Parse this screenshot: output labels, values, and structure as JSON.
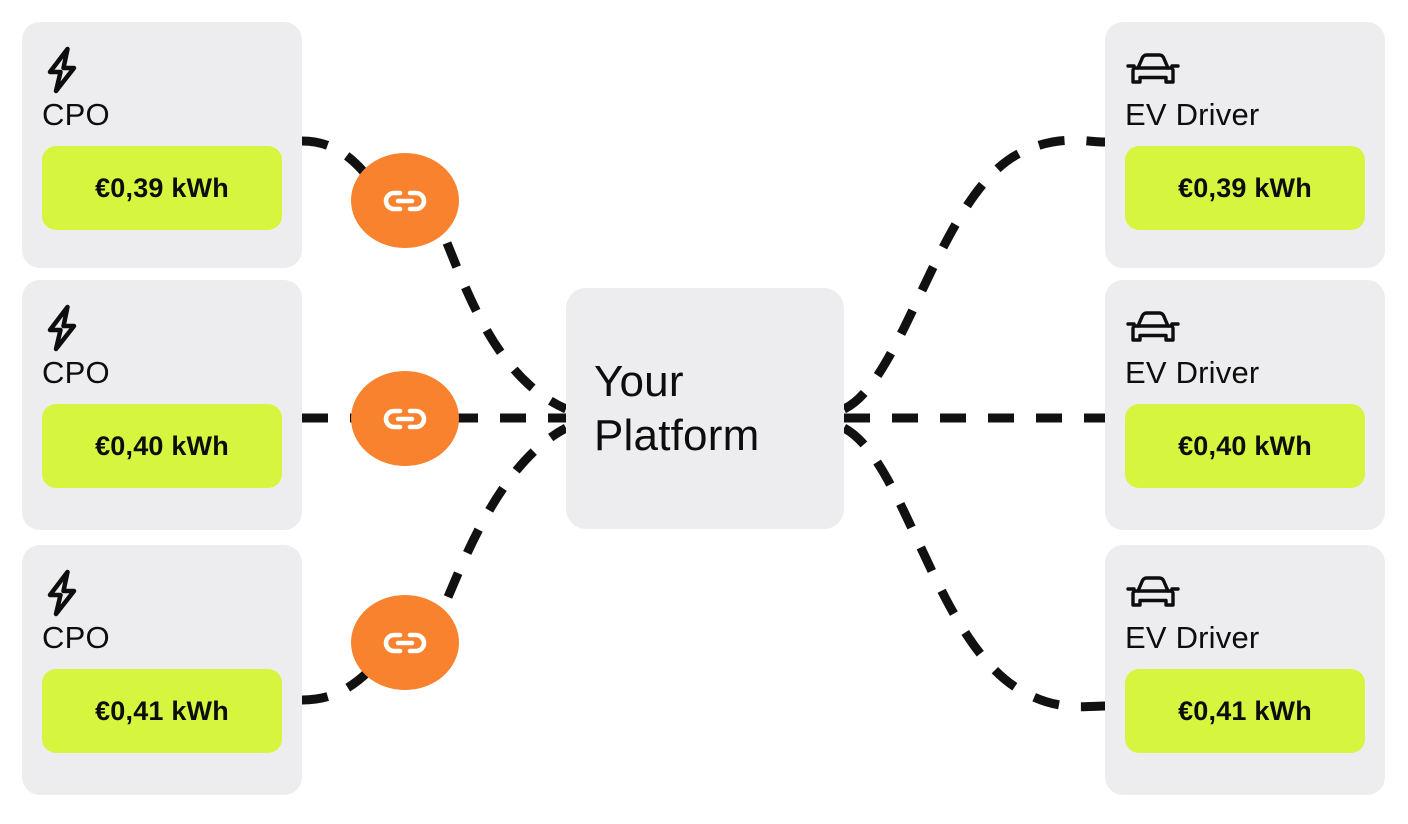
{
  "diagram": {
    "title": "CPO to EV Driver price pass-through via platform",
    "colors": {
      "card_background": "#ededef",
      "price_pill": "#d5f53f",
      "link_node": "#f9822f",
      "connector": "#111111",
      "text": "#0d0d0d",
      "page_background": "#ffffff"
    }
  },
  "platform": {
    "line1": "Your",
    "line2": "Platform"
  },
  "left_column": {
    "icon_name": "lightning-bolt-icon",
    "cards": [
      {
        "title": "CPO",
        "price": "€0,39 kWh"
      },
      {
        "title": "CPO",
        "price": "€0,40 kWh"
      },
      {
        "title": "CPO",
        "price": "€0,41 kWh"
      }
    ]
  },
  "right_column": {
    "icon_name": "car-front-icon",
    "cards": [
      {
        "title": "EV Driver",
        "price": "€0,39 kWh"
      },
      {
        "title": "EV Driver",
        "price": "€0,40 kWh"
      },
      {
        "title": "EV Driver",
        "price": "€0,41 kWh"
      }
    ]
  },
  "link_nodes": [
    {
      "icon_name": "link-chain-icon"
    },
    {
      "icon_name": "link-chain-icon"
    },
    {
      "icon_name": "link-chain-icon"
    }
  ]
}
